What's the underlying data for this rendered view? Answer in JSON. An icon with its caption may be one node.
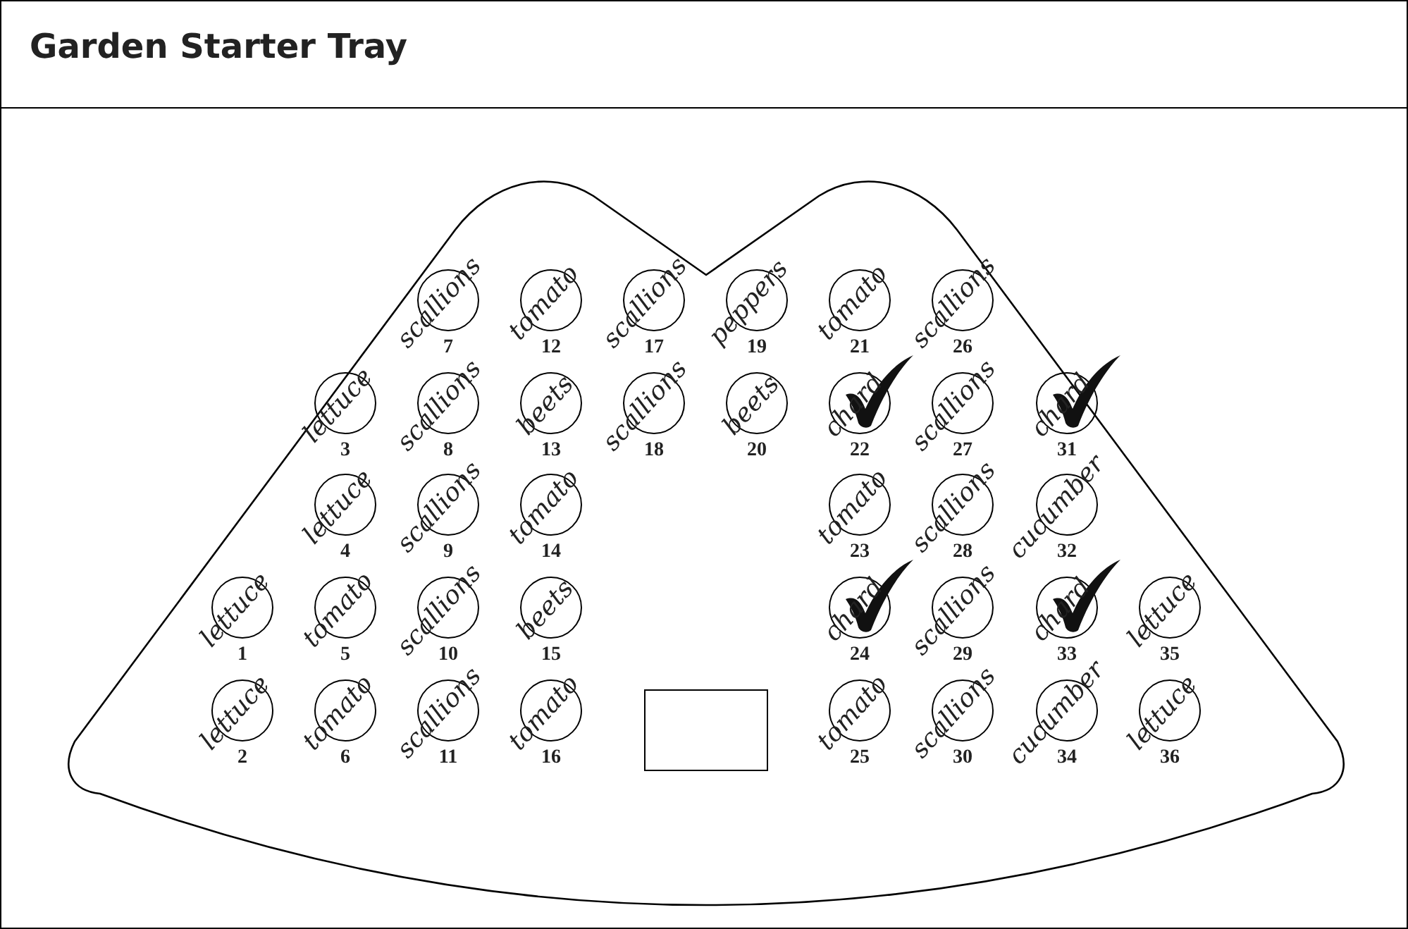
{
  "diagram": {
    "title": "Garden Starter Tray",
    "nodes": [
      {
        "text": [
          "lettuce",
          "1"
        ]
      },
      {
        "text": [
          "lettuce",
          "2"
        ]
      },
      {
        "text": [
          "lettuce",
          "3"
        ]
      },
      {
        "text": [
          "lettuce",
          "4"
        ]
      },
      {
        "text": [
          "tomato",
          "5"
        ]
      },
      {
        "text": [
          "tomato",
          "6"
        ]
      },
      {
        "text": [
          "scallions",
          "7"
        ]
      },
      {
        "text": [
          "scallions",
          "8"
        ]
      },
      {
        "text": [
          "scallions",
          "9"
        ]
      },
      {
        "text": [
          "scallions",
          "10"
        ]
      },
      {
        "text": [
          "scallions",
          "11"
        ]
      },
      {
        "text": [
          "tomato",
          "12"
        ]
      },
      {
        "text": [
          "beets",
          "13"
        ]
      },
      {
        "text": [
          "tomato",
          "14"
        ]
      },
      {
        "text": [
          "beets",
          "15"
        ]
      },
      {
        "text": [
          "tomato",
          "16"
        ]
      },
      {
        "text": [
          "scallions",
          "17"
        ]
      },
      {
        "text": [
          "scallions",
          "18"
        ]
      },
      {
        "text": [
          "peppers",
          "19"
        ]
      },
      {
        "text": [
          "beets",
          "20"
        ]
      },
      {
        "text": [
          "tomato",
          "21"
        ]
      },
      {
        "text": [
          "chard",
          "22"
        ]
      },
      {
        "text": [
          "tomato",
          "23"
        ]
      },
      {
        "text": [
          "chard",
          "24"
        ]
      },
      {
        "text": [
          "tomato",
          "25"
        ]
      },
      {
        "text": [
          "scallions",
          "26"
        ]
      },
      {
        "text": [
          "scallions",
          "27"
        ]
      },
      {
        "text": [
          "scallions",
          "28"
        ]
      },
      {
        "text": [
          "scallions",
          "29"
        ]
      },
      {
        "text": [
          "scallions",
          "30"
        ]
      },
      {
        "text": [
          "chard",
          "31"
        ]
      },
      {
        "text": [
          "cucumber",
          "32"
        ]
      },
      {
        "text": [
          "chard",
          "33"
        ]
      },
      {
        "text": [
          "cucumber",
          "34"
        ]
      },
      {
        "text": [
          "lettuce",
          "35"
        ]
      },
      {
        "text": [
          "lettuce",
          "36"
        ]
      },
      {
        "text": [],
        "shape": "box"
      },
      {
        "text": [],
        "shape": "checkmark"
      },
      {
        "text": [],
        "shape": "checkmark"
      },
      {
        "text": [],
        "shape": "checkmark"
      },
      {
        "text": [],
        "shape": "checkmark"
      }
    ]
  }
}
